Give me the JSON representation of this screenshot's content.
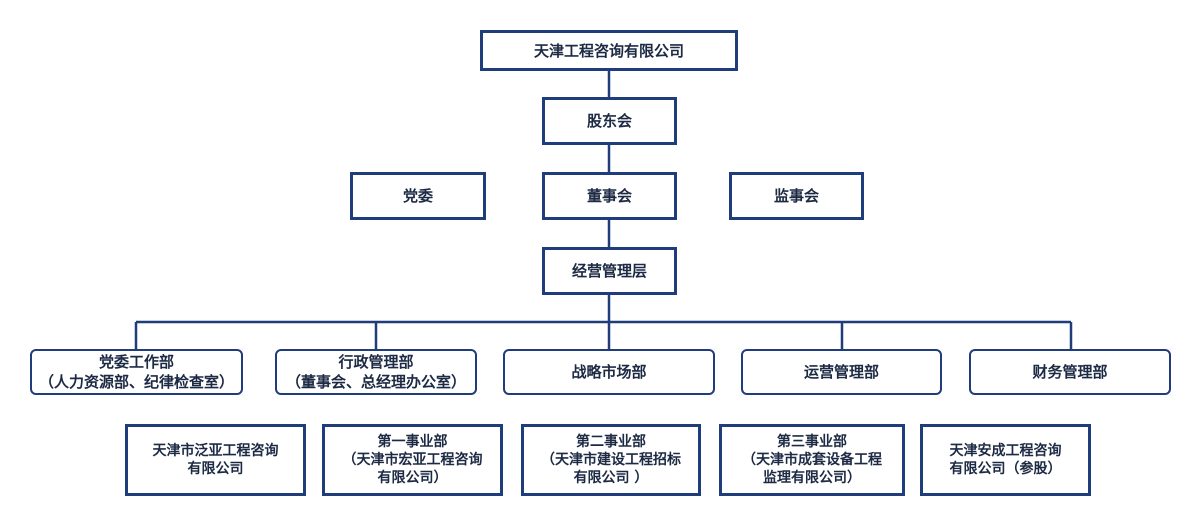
{
  "company": "天津工程咨询有限公司",
  "shareholders": "股东会",
  "party_committee": "党委",
  "board": "董事会",
  "supervisors": "监事会",
  "management": "经营管理层",
  "departments": [
    {
      "line1": "党委工作部",
      "line2": "（人力资源部、纪律检查室）"
    },
    {
      "line1": "行政管理部",
      "line2": "（董事会、总经理办公室）"
    },
    {
      "line1": "战略市场部",
      "line2": ""
    },
    {
      "line1": "运营管理部",
      "line2": ""
    },
    {
      "line1": "财务管理部",
      "line2": ""
    }
  ],
  "subsidiaries": [
    {
      "lines": [
        "天津市泛亚工程咨询",
        "有限公司"
      ]
    },
    {
      "lines": [
        "第一事业部",
        "（天津市宏亚工程咨询",
        "有限公司）"
      ]
    },
    {
      "lines": [
        "第二事业部",
        "（天津市建设工程招标",
        "有限公司 ）"
      ]
    },
    {
      "lines": [
        "第三事业部",
        "（天津市成套设备工程",
        "监理有限公司）"
      ]
    },
    {
      "lines": [
        "天津安成工程咨询",
        "有限公司（参股）"
      ]
    }
  ]
}
